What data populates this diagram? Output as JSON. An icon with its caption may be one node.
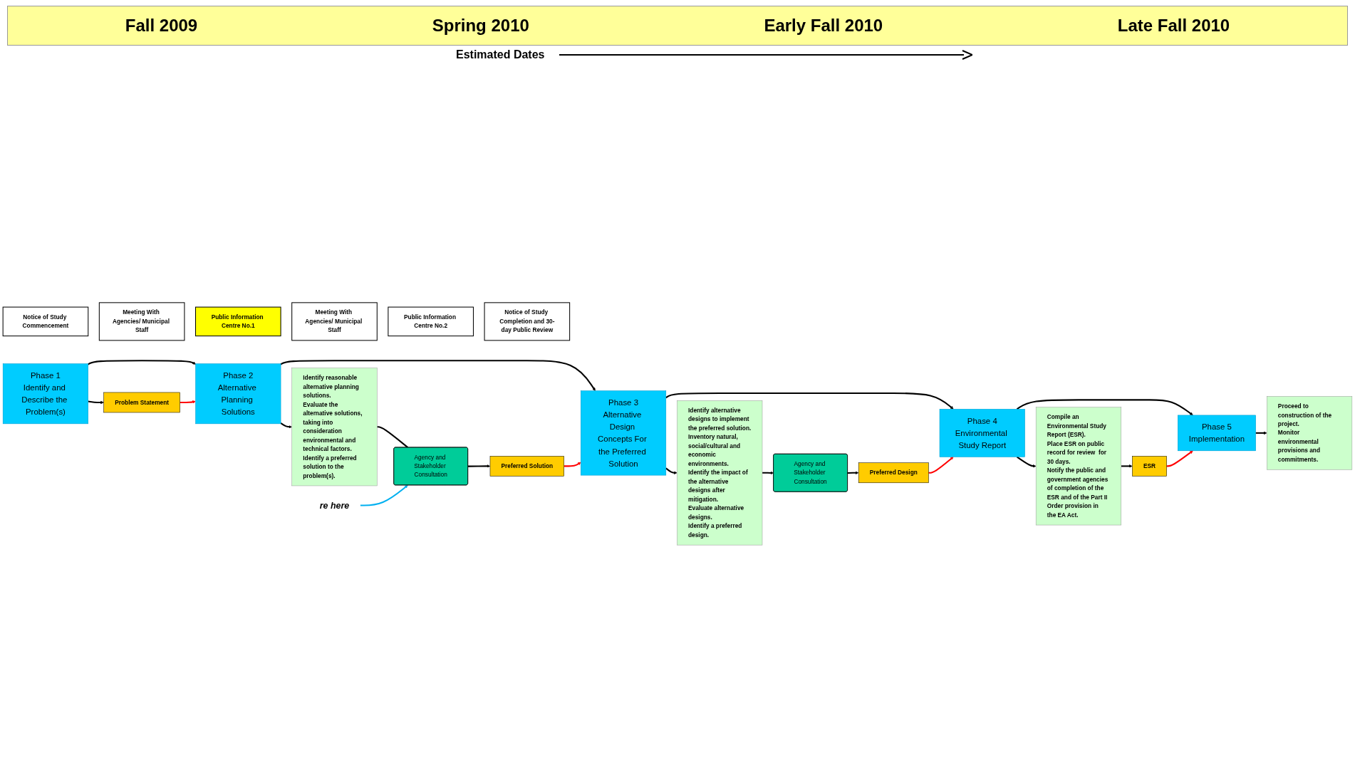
{
  "diagram": {
    "nodes": [
      {
        "text": [
          "Notice of Study Commencement"
        ]
      },
      {
        "text": [
          "Meeting With Agencies/ Municipal Staff"
        ]
      },
      {
        "text": [
          "Public Information Centre No.1"
        ]
      },
      {
        "text": [
          "Meeting With Agencies/ Municipal Staff"
        ]
      },
      {
        "text": [
          "Public Information Centre No.2"
        ]
      },
      {
        "text": [
          "Notice of Study Completion and 30-day Public Review"
        ]
      },
      {
        "text": [
          "Phase 1",
          "Identify and Describe the Problem(s)"
        ]
      },
      {
        "text": [
          "Phase 2",
          "Alternative Planning Solutions"
        ]
      },
      {
        "text": [
          "Phase 3",
          "Alternative Design Concepts For the Preferred Solution"
        ]
      },
      {
        "text": [
          "Phase 4",
          "Environmental Study Report"
        ]
      },
      {
        "text": [
          "Phase 5",
          "Implementation"
        ]
      },
      {
        "text": [
          "Identify reasonable alternative planning solutions.",
          "Evaluate the alternative solutions, taking into consideration environmental and technical factors.",
          "Identify a preferred solution to the problem(s)."
        ]
      },
      {
        "text": [
          "Identify alternative designs to implement the preferred solution.",
          "Inventory natural, social/cultural and economic environments.",
          "Identify the impact of the alternative designs after mitigation.",
          "Evaluate alternative designs.",
          "Identify a preferred design."
        ]
      },
      {
        "text": [
          "Compile an Environmental Study Report (ESR).",
          "Place ESR on public record for review  for 30 days.",
          "Notify the public and government agencies of completion of the ESR and of the Part II Order provision in the EA Act."
        ]
      },
      {
        "text": [
          "Proceed to construction of the project.",
          "Monitor environmental provisions and commitments."
        ]
      },
      {
        "text": [
          "Agency and Stakeholder Consultation"
        ]
      },
      {
        "text": [
          "Agency and Stakeholder Consultation"
        ]
      },
      {
        "text": [
          "Problem Statement"
        ]
      },
      {
        "text": [
          "Preferred Solution"
        ]
      },
      {
        "text": [
          "Preferred Design"
        ]
      },
      {
        "text": [
          "ESR"
        ]
      },
      {
        "text": [
          "re here"
        ]
      }
    ],
    "edges": [
      {
        "from": 6,
        "to": 7,
        "arrow": "to"
      },
      {
        "from": 7,
        "to": 8,
        "arrow": "to"
      },
      {
        "from": 8,
        "to": 9,
        "arrow": "to"
      },
      {
        "from": 9,
        "to": 10,
        "arrow": "to"
      },
      {
        "from": 6,
        "to": 17,
        "arrow": "to"
      },
      {
        "from": 7,
        "to": 11,
        "arrow": "to"
      },
      {
        "from": 11,
        "to": 15,
        "arrow": "none"
      },
      {
        "from": 15,
        "to": 18,
        "arrow": "to"
      },
      {
        "from": 8,
        "to": 12,
        "arrow": "to"
      },
      {
        "from": 12,
        "to": 16,
        "arrow": "to"
      },
      {
        "from": 16,
        "to": 19,
        "arrow": "to"
      },
      {
        "from": 9,
        "to": 13,
        "arrow": "to"
      },
      {
        "from": 13,
        "to": 20,
        "arrow": "to"
      },
      {
        "from": 10,
        "to": 14,
        "arrow": "to"
      },
      {
        "from": 17,
        "to": 7,
        "arrow": "to",
        "color": "#ff0000"
      },
      {
        "from": 18,
        "to": 8,
        "arrow": "to",
        "color": "#ff0000"
      },
      {
        "from": 19,
        "to": 9,
        "arrow": "to",
        "color": "#ff0000"
      },
      {
        "from": 20,
        "to": 10,
        "arrow": "to",
        "color": "#ff0000"
      },
      {
        "from": 21,
        "to": 15,
        "arrow": "to",
        "color": "#00b0f0"
      }
    ],
    "labels": [
      "Fall 2009",
      "Spring 2010",
      "Early Fall 2010",
      "Late Fall 2010",
      "Estimated Dates"
    ]
  }
}
